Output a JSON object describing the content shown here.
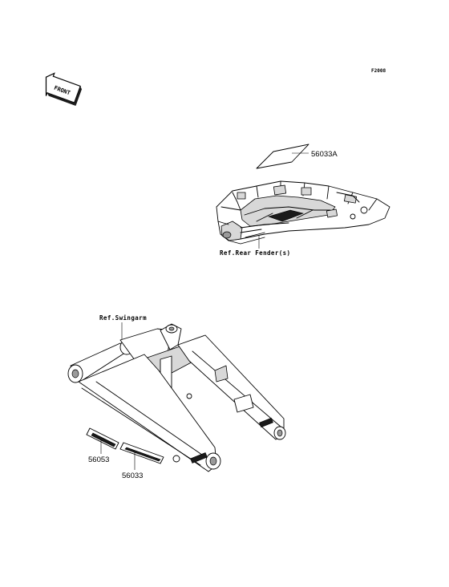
{
  "figure_code": "F2008",
  "front_badge": "FRONT",
  "parts": {
    "label_56033A": "56033A",
    "label_56053": "56053",
    "label_56033": "56033"
  },
  "references": {
    "rear_fender": "Ref.Rear Fender(s)",
    "swingarm": "Ref.Swingarm"
  }
}
